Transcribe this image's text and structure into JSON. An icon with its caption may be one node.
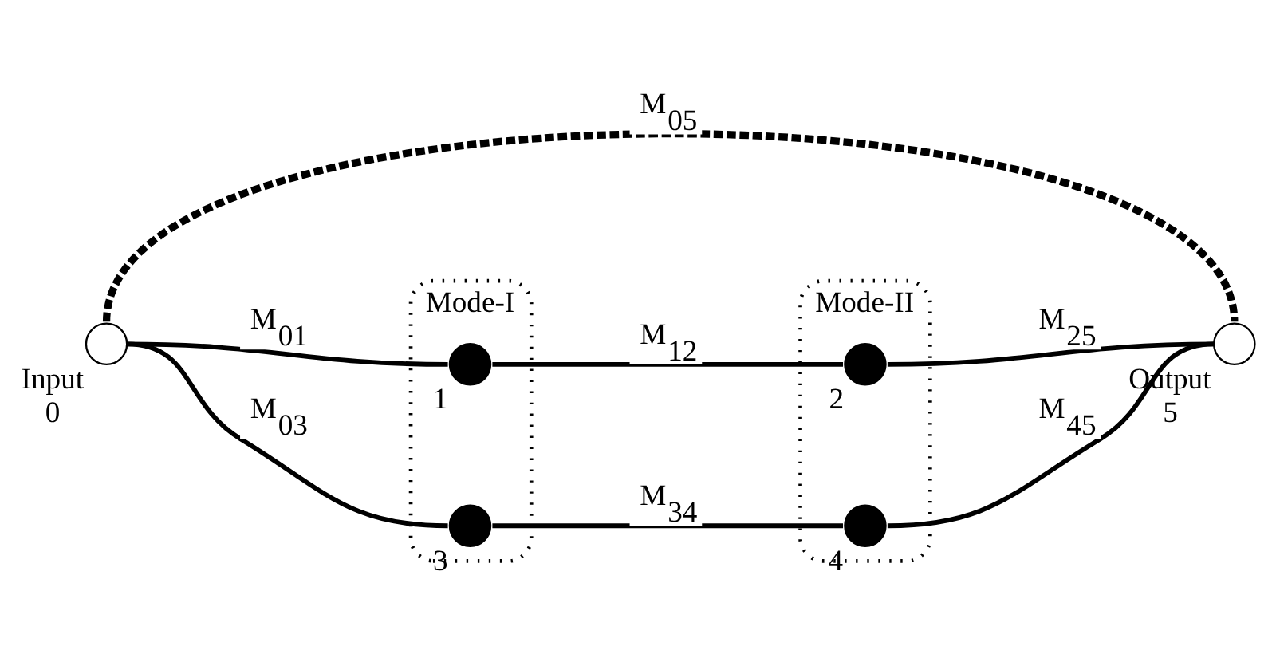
{
  "diagram": {
    "nodes": [
      {
        "text": [
          "Mode-I"
        ]
      },
      {
        "text": [],
        "shape": "circle",
        "in": 0,
        "beside": [
          "1"
        ]
      },
      {
        "text": [],
        "shape": "circle",
        "in": 0,
        "beside": [
          "3"
        ]
      },
      {
        "text": [
          "Mode-II"
        ]
      },
      {
        "text": [],
        "shape": "circle",
        "in": 3,
        "beside": [
          "2"
        ]
      },
      {
        "text": [],
        "shape": "circle",
        "in": 3,
        "beside": [
          "4"
        ]
      },
      {
        "text": [],
        "shape": "circle",
        "beside": [
          "Input",
          "0"
        ]
      },
      {
        "text": [],
        "shape": "circle",
        "beside": [
          "Output",
          "5"
        ]
      }
    ],
    "edges": [
      {
        "from": 6,
        "to": 1,
        "arrow": "none",
        "label": "M$_{01}$"
      },
      {
        "from": 6,
        "to": 2,
        "arrow": "none",
        "label": "M$_{03}$"
      },
      {
        "from": 1,
        "to": 4,
        "arrow": "none",
        "label": "M$_{12}$"
      },
      {
        "from": 6,
        "to": 7,
        "arrow": "none",
        "label": "M$_{05}$",
        "style": "dashed"
      },
      {
        "from": 2,
        "to": 5,
        "arrow": "none",
        "label": "M$_{34}$"
      },
      {
        "from": 4,
        "to": 7,
        "arrow": "none",
        "label": "M$_{25}$"
      },
      {
        "from": 5,
        "to": 7,
        "arrow": "none",
        "label": "M$_{45}$"
      }
    ]
  }
}
